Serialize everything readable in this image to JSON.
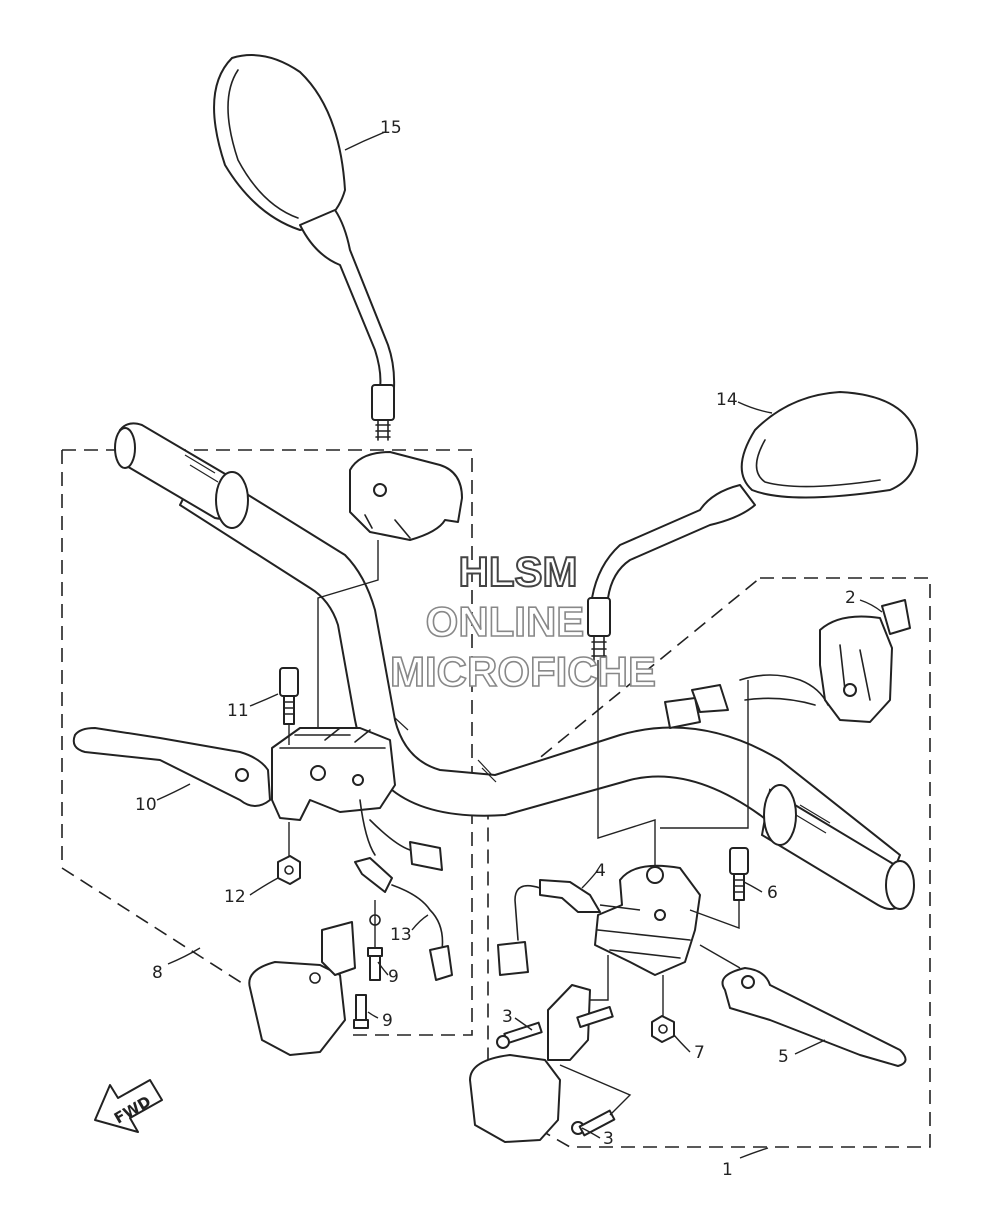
{
  "watermark": {
    "line1": "HLSM",
    "line2": "ONLINE",
    "line3": "MICROFICHE"
  },
  "fwd_badge": "FWD",
  "callouts": {
    "c1": "1",
    "c2": "2",
    "c3a": "3",
    "c3b": "3",
    "c4": "4",
    "c5": "5",
    "c6": "6",
    "c7": "7",
    "c8": "8",
    "c9a": "9",
    "c9b": "9",
    "c10": "10",
    "c11": "11",
    "c12": "12",
    "c13": "13",
    "c14": "14",
    "c15": "15"
  }
}
